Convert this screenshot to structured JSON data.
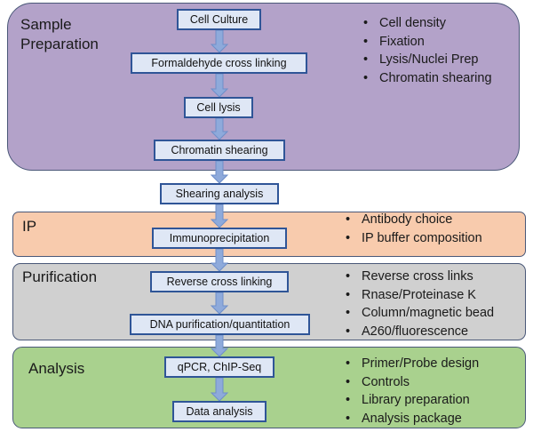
{
  "sections": {
    "sample_prep": {
      "title_line1": "Sample",
      "title_line2": "Preparation",
      "bullets": [
        "Cell density",
        "Fixation",
        "Lysis/Nuclei Prep",
        "Chromatin shearing"
      ],
      "color": "#b3a2c9"
    },
    "ip": {
      "title": "IP",
      "bullets": [
        "Antibody choice",
        "IP buffer composition"
      ],
      "color": "#f8cbad"
    },
    "purification": {
      "title": "Purification",
      "bullets": [
        "Reverse cross links",
        "Rnase/Proteinase K",
        "Column/magnetic bead",
        "A260/fluorescence"
      ],
      "color": "#d0d0d0"
    },
    "analysis": {
      "title": "Analysis",
      "bullets": [
        "Primer/Probe design",
        "Controls",
        "Library preparation",
        "Analysis package"
      ],
      "color": "#a9d18e"
    }
  },
  "steps": [
    "Cell Culture",
    "Formaldehyde cross linking",
    "Cell lysis",
    "Chromatin shearing",
    "Shearing analysis",
    "Immunoprecipitation",
    "Reverse cross linking",
    "DNA purification/quantitation",
    "qPCR, ChIP-Seq",
    "Data analysis"
  ],
  "colors": {
    "step_fill": "#dfe7f5",
    "step_border": "#2f5597",
    "arrow": "#8eaadb"
  }
}
